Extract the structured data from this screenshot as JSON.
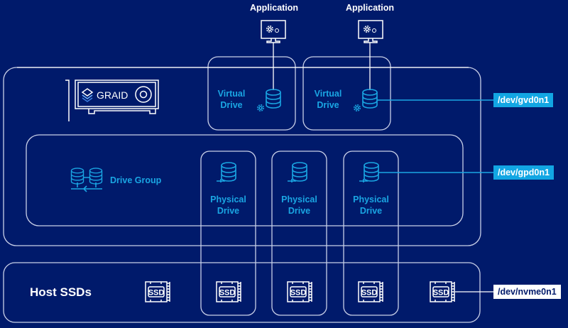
{
  "applications": [
    {
      "label": "Application",
      "icon": "monitor-gears-icon"
    },
    {
      "label": "Application",
      "icon": "monitor-gears-icon"
    }
  ],
  "card": {
    "brand": "GRAID",
    "icon": "graid-card-icon"
  },
  "virtual_drives": [
    {
      "line1": "Virtual",
      "line2": "Drive",
      "icon": "database-gear-icon"
    },
    {
      "line1": "Virtual",
      "line2": "Drive",
      "icon": "database-gear-icon"
    }
  ],
  "drive_group": {
    "label": "Drive Group",
    "icon": "drive-group-icon"
  },
  "physical_drives": [
    {
      "line1": "Physical",
      "line2": "Drive",
      "icon": "database-network-icon"
    },
    {
      "line1": "Physical",
      "line2": "Drive",
      "icon": "database-network-icon"
    },
    {
      "line1": "Physical",
      "line2": "Drive",
      "icon": "database-network-icon"
    }
  ],
  "host": {
    "label": "Host SSDs",
    "ssd_text": "SSD",
    "ssd_count": 5
  },
  "device_labels": {
    "virtual": "/dev/gvd0n1",
    "physical": "/dev/gpd0n1",
    "nvme": "/dev/nvme0n1"
  },
  "colors": {
    "background": "#001a6b",
    "accent": "#1aa6e3",
    "line": "#c9d0e8"
  }
}
